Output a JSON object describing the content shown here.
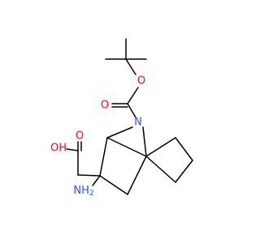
{
  "molecule": {
    "atoms": {
      "O_ester": "O",
      "O_carbonyl_boc": "O",
      "N_bridge": "N",
      "OH_acid": "OH",
      "O_carbonyl_acid": "O",
      "NH2": "NH",
      "NH2_subscript": "2"
    },
    "colors": {
      "bond": "#000000",
      "oxygen": "#ff0d0d",
      "nitrogen": "#3050f8"
    }
  }
}
